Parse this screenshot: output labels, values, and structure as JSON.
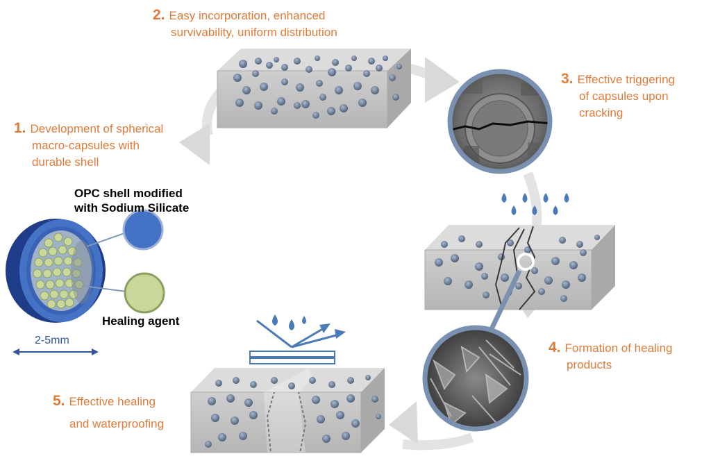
{
  "steps": [
    {
      "num": "1.",
      "lines": [
        "Development of spherical",
        "macro-capsules with",
        "durable shell"
      ]
    },
    {
      "num": "2.",
      "lines": [
        "Easy incorporation, enhanced",
        "survivability, uniform distribution"
      ]
    },
    {
      "num": "3.",
      "lines": [
        "Effective triggering",
        "of capsules upon",
        "cracking"
      ]
    },
    {
      "num": "4.",
      "lines": [
        "Formation of healing",
        "products"
      ]
    },
    {
      "num": "5.",
      "lines": [
        "Effective healing",
        "and waterproofing"
      ]
    }
  ],
  "capsule": {
    "shell_label_1": "OPC shell modified",
    "shell_label_2": "with Sodium Silicate",
    "agent_label": "Healing agent",
    "size_label": "2-5mm"
  },
  "colors": {
    "accent": "#e07b39",
    "shell": "#4472c4",
    "shell_dark": "#1f3c88",
    "agent": "#c9d89a",
    "concrete": "#c8c8c8",
    "arrow": "#d9d9d9",
    "water": "#4a7ab8"
  }
}
